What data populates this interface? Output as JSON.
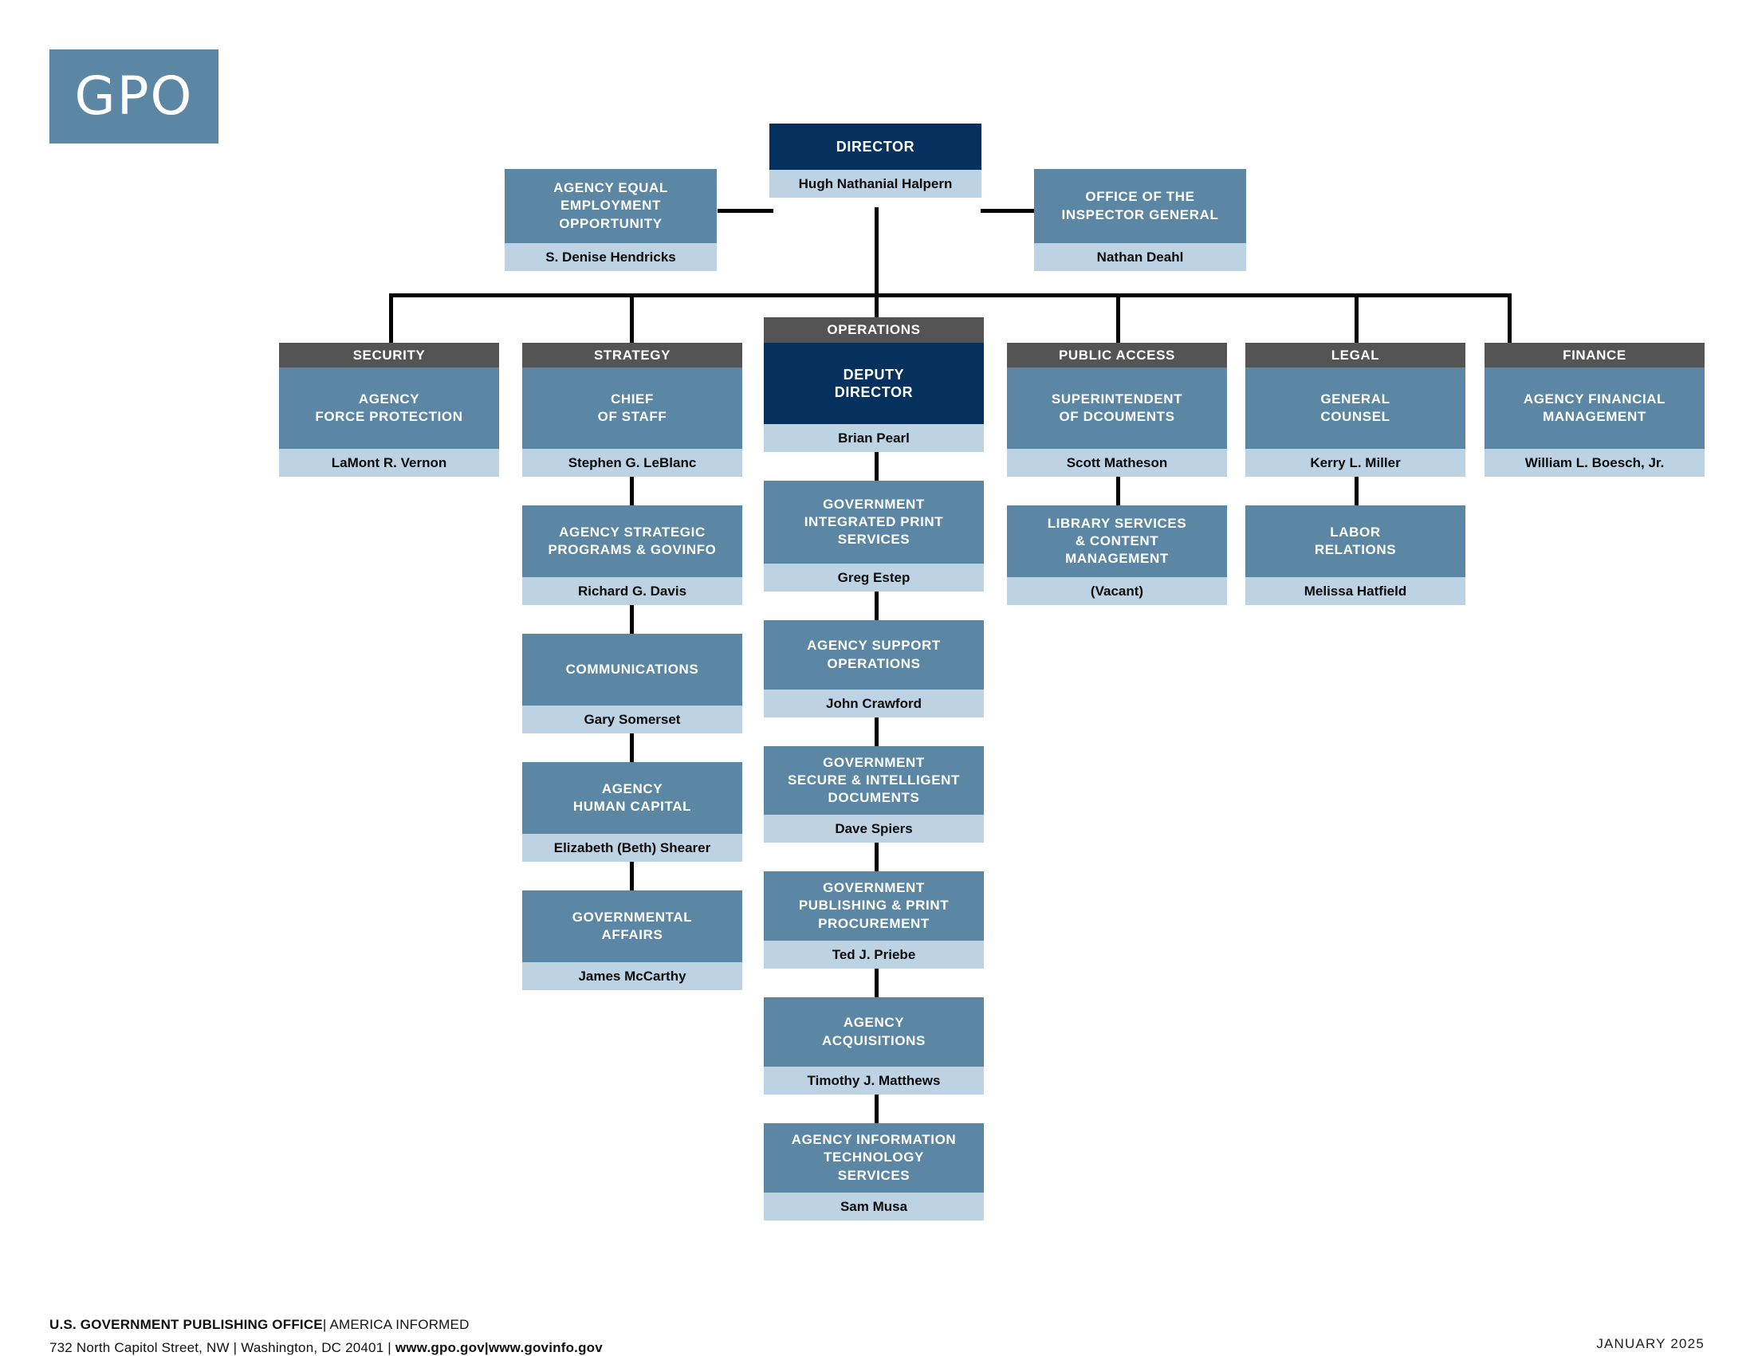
{
  "logo": {
    "text": "GPO",
    "bg": "#5b87a5"
  },
  "colors": {
    "navy": "#04315e",
    "blue": "#5b87a5",
    "light": "#bdd2e3",
    "gray": "#545454",
    "line": "#000000"
  },
  "chart_data": {
    "type": "diagram",
    "title": "U.S. Government Publishing Office Organizational Chart"
  },
  "org": {
    "director": {
      "title": "DIRECTOR",
      "name": "Hugh Nathanial Halpern"
    },
    "eeo": {
      "title": "AGENCY EQUAL\nEMPLOYMENT\nOPPORTUNITY",
      "name": "S. Denise Hendricks"
    },
    "oig": {
      "title": "OFFICE OF THE\nINSPECTOR GENERAL",
      "name": "Nathan Deahl"
    },
    "columns": [
      {
        "header": "SECURITY",
        "lead": {
          "title": "AGENCY\nFORCE PROTECTION",
          "name": "LaMont R. Vernon"
        },
        "children": []
      },
      {
        "header": "STRATEGY",
        "lead": {
          "title": "CHIEF\nOF STAFF",
          "name": "Stephen G. LeBlanc"
        },
        "children": [
          {
            "title": "AGENCY STRATEGIC\nPROGRAMS & GOVINFO",
            "name": "Richard G. Davis"
          },
          {
            "title": "COMMUNICATIONS",
            "name": "Gary Somerset"
          },
          {
            "title": "AGENCY\nHUMAN CAPITAL",
            "name": "Elizabeth (Beth) Shearer"
          },
          {
            "title": "GOVERNMENTAL\nAFFAIRS",
            "name": "James McCarthy"
          }
        ]
      },
      {
        "header": "OPERATIONS",
        "lead": {
          "title": "DEPUTY\nDIRECTOR",
          "name": "Brian Pearl"
        },
        "children": [
          {
            "title": "GOVERNMENT\nINTEGRATED PRINT\nSERVICES",
            "name": "Greg Estep"
          },
          {
            "title": "AGENCY SUPPORT\nOPERATIONS",
            "name": "John Crawford"
          },
          {
            "title": "GOVERNMENT\nSECURE & INTELLIGENT\nDOCUMENTS",
            "name": "Dave Spiers"
          },
          {
            "title": "GOVERNMENT\nPUBLISHING & PRINT\nPROCUREMENT",
            "name": "Ted J. Priebe"
          },
          {
            "title": "AGENCY\nACQUISITIONS",
            "name": "Timothy J. Matthews"
          },
          {
            "title": "AGENCY INFORMATION\nTECHNOLOGY\nSERVICES",
            "name": "Sam Musa"
          }
        ]
      },
      {
        "header": "PUBLIC ACCESS",
        "lead": {
          "title": "SUPERINTENDENT\nOF DCOUMENTS",
          "name": "Scott Matheson"
        },
        "children": [
          {
            "title": "LIBRARY SERVICES\n& CONTENT\nMANAGEMENT",
            "name": "(Vacant)"
          }
        ]
      },
      {
        "header": "LEGAL",
        "lead": {
          "title": "GENERAL\nCOUNSEL",
          "name": "Kerry L. Miller"
        },
        "children": [
          {
            "title": "LABOR\nRELATIONS",
            "name": "Melissa Hatfield"
          }
        ]
      },
      {
        "header": "FINANCE",
        "lead": {
          "title": "AGENCY FINANCIAL\nMANAGEMENT",
          "name": "William L. Boesch, Jr."
        },
        "children": []
      }
    ]
  },
  "footer": {
    "org_bold": "U.S. GOVERNMENT PUBLISHING OFFICE",
    "tagline": "| AMERICA INFORMED",
    "address": "732 North Capitol Street, NW | Washington, DC 20401 | ",
    "urls": "www.gpo.gov|www.govinfo.gov",
    "date": "JANUARY 2025"
  }
}
